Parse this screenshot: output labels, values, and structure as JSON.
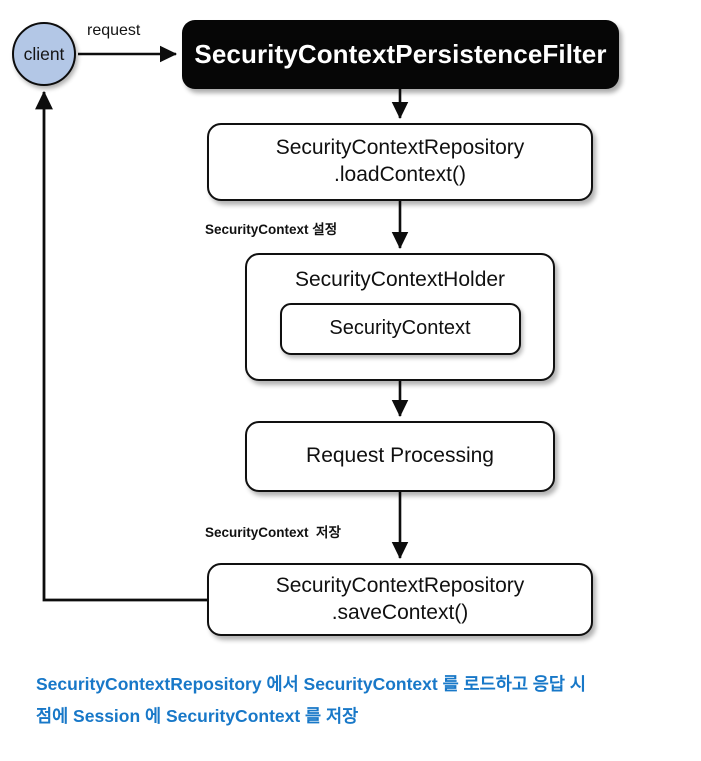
{
  "diagram": {
    "title": "SecurityContextPersistenceFilter flow",
    "colors": {
      "client_fill": "#b3c7e6",
      "filter_fill": "#060606",
      "filter_text": "#ffffff",
      "box_stroke": "#101010",
      "caption_text": "#1878c8",
      "edge_stroke": "#0d0d0d"
    },
    "nodes": {
      "client": {
        "label": "client"
      },
      "filter": {
        "label": "SecurityContextPersistenceFilter"
      },
      "load_repository": {
        "line1": "SecurityContextRepository",
        "line2": ".loadContext()"
      },
      "holder": {
        "label": "SecurityContextHolder"
      },
      "context": {
        "label": "SecurityContext"
      },
      "request_processing": {
        "label": "Request Processing"
      },
      "save_repository": {
        "line1": "SecurityContextRepository",
        "line2": ".saveContext()"
      }
    },
    "edges": {
      "request": {
        "label": "request"
      },
      "set_context": {
        "label": "SecurityContext 설정"
      },
      "save_context": {
        "label": "SecurityContext  저장"
      }
    },
    "caption": {
      "line1": "SecurityContextRepository 에서 SecurityContext 를 로드하고 응답 시",
      "line2": "점에 Session 에 SecurityContext 를 저장"
    }
  }
}
